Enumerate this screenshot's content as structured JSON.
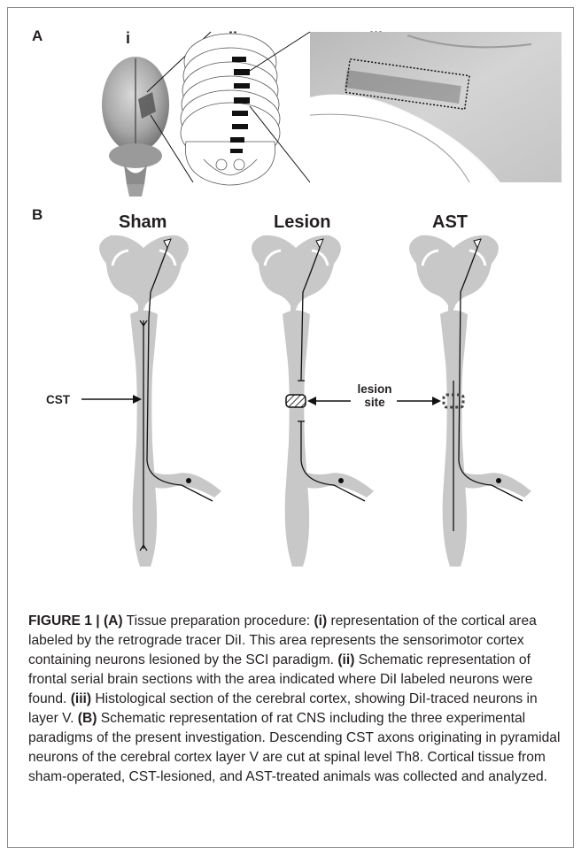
{
  "panels": {
    "A": {
      "letter": "A",
      "sub_i": "i",
      "sub_ii": "ii",
      "sub_iii": "iii"
    },
    "B": {
      "letter": "B",
      "conditions": [
        "Sham",
        "Lesion",
        "AST"
      ],
      "annotations": {
        "cst": "CST",
        "lesion_line1": "lesion",
        "lesion_line2": "site"
      }
    }
  },
  "caption": {
    "figure_label": "FIGURE 1 |",
    "segments": [
      {
        "text": " (A)",
        "bold": true
      },
      {
        "text": " Tissue preparation procedure: ",
        "bold": false
      },
      {
        "text": "(i)",
        "bold": true
      },
      {
        "text": " representation of the cortical area labeled by the retrograde tracer DiI. This area represents the sensorimotor cortex containing neurons lesioned by the SCI paradigm. ",
        "bold": false
      },
      {
        "text": "(ii)",
        "bold": true
      },
      {
        "text": " Schematic representation of frontal serial brain sections with the area indicated where DiI labeled neurons were found. ",
        "bold": false
      },
      {
        "text": "(iii)",
        "bold": true
      },
      {
        "text": " Histological section of the cerebral cortex, showing DiI-traced neurons in layer V. ",
        "bold": false
      },
      {
        "text": "(B)",
        "bold": true
      },
      {
        "text": " Schematic representation of rat CNS including the three experimental paradigms of the present investigation. Descending CST axons originating in pyramidal neurons of the cerebral cortex layer V are cut at spinal level Th8. Cortical tissue from sham-operated, CST-lesioned, and AST-treated animals was collected and analyzed.",
        "bold": false
      }
    ]
  },
  "colors": {
    "schematic_gray": "#c8c8c8",
    "text": "#231f20",
    "frame": "#8a8a8a"
  }
}
